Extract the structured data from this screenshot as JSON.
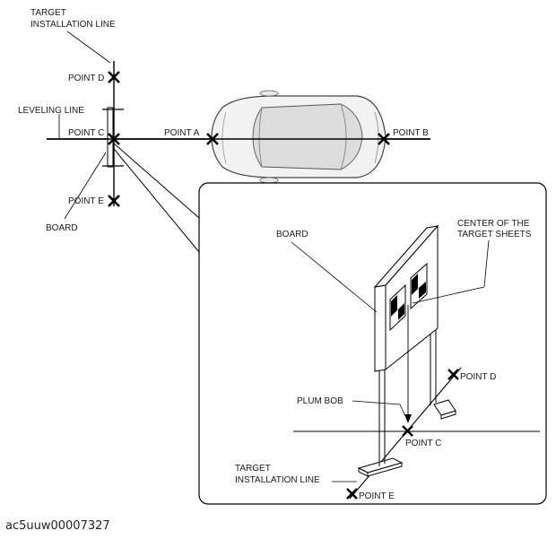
{
  "diagram": {
    "top_view": {
      "target_installation_line_1": "TARGET",
      "target_installation_line_2": "INSTALLATION LINE",
      "leveling_line": "LEVELING LINE",
      "point_d": "POINT D",
      "point_c": "POINT C",
      "point_a": "POINT A",
      "point_b": "POINT B",
      "point_e": "POINT E",
      "board": "BOARD"
    },
    "detail_view": {
      "board": "BOARD",
      "center_line_1": "CENTER OF THE",
      "center_line_2": "TARGET SHEETS",
      "plum_bob": "PLUM BOB",
      "point_d": "POINT D",
      "point_c": "POINT C",
      "point_e": "POINT E",
      "target_installation_line_1": "TARGET",
      "target_installation_line_2": "INSTALLATION LINE"
    },
    "figure_code": "ac5uuw00007327"
  }
}
